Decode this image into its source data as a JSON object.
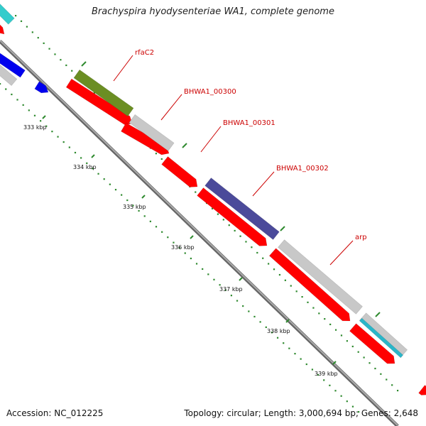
{
  "title": "Brachyspira hyodysenteriae WA1, complete genome",
  "footer": {
    "accession": "Accession: NC_012225",
    "stats": "Topology: circular; Length: 3,000,694 bp; Genes: 2,648"
  },
  "colors": {
    "backbone": "#888888",
    "tick_dots": "#2f8a2f",
    "cds_reverse": "#ff0000",
    "cds_forward_grey": "#c8c8c8",
    "rfaC2": "#6b8e23",
    "BHWA1_00302": "#4b4a9a",
    "arp_overlap": "#29b6c9",
    "top_left_blue": "#0000ee",
    "top_left_cyan": "#33cccc",
    "label_text": "#cc0000"
  },
  "gene_labels": [
    "rfaC2",
    "BHWA1_00300",
    "BHWA1_00301",
    "BHWA1_00302",
    "arp"
  ],
  "kbp_labels": [
    "333 kbp",
    "334 kbp",
    "335 kbp",
    "336 kbp",
    "337 kbp",
    "338 kbp",
    "339 kbp"
  ]
}
